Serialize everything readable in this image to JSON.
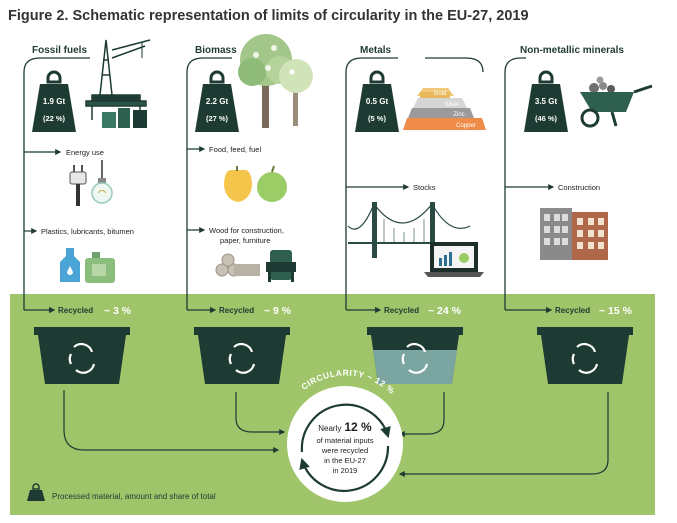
{
  "title": "Figure 2. Schematic representation of limits of circularity in the EU-27, 2019",
  "columns": [
    {
      "name": "Fossil fuels",
      "amount": "1.9 Gt",
      "share": "(22 %)",
      "uses": [
        "Energy use",
        "Plastics, lubricants, bitumen"
      ],
      "recycled_label": "Recycled",
      "recycled_value": "~ 3 %"
    },
    {
      "name": "Biomass",
      "amount": "2.2 Gt",
      "share": "(27 %)",
      "uses": [
        "Food, feed, fuel",
        "Wood for construction,",
        "paper, furniture"
      ],
      "recycled_label": "Recycled",
      "recycled_value": "~ 9 %"
    },
    {
      "name": "Metals",
      "amount": "0.5 Gt",
      "share": "(5 %)",
      "uses": [
        "Stocks"
      ],
      "ingots": [
        "Gold",
        "Silver",
        "Zinc",
        "Copper"
      ],
      "recycled_label": "Recycled",
      "recycled_value": "~ 24 %"
    },
    {
      "name": "Non-metallic minerals",
      "amount": "3.5 Gt",
      "share": "(46 %)",
      "uses": [
        "Construction"
      ],
      "recycled_label": "Recycled",
      "recycled_value": "~ 15 %"
    }
  ],
  "circle": {
    "arc_label": "CIRCULARITY ~ 12 %",
    "line1": "Nearly",
    "value": "12 %",
    "line2": "of material inputs",
    "line3": "were recycled",
    "line4": "in the EU-27",
    "line5": "in 2019"
  },
  "legend": "Processed material, amount and share of total",
  "colors": {
    "green_band": "#9fc46a",
    "dark_green": "#1e3b33",
    "arrow": "#1e3b33"
  }
}
